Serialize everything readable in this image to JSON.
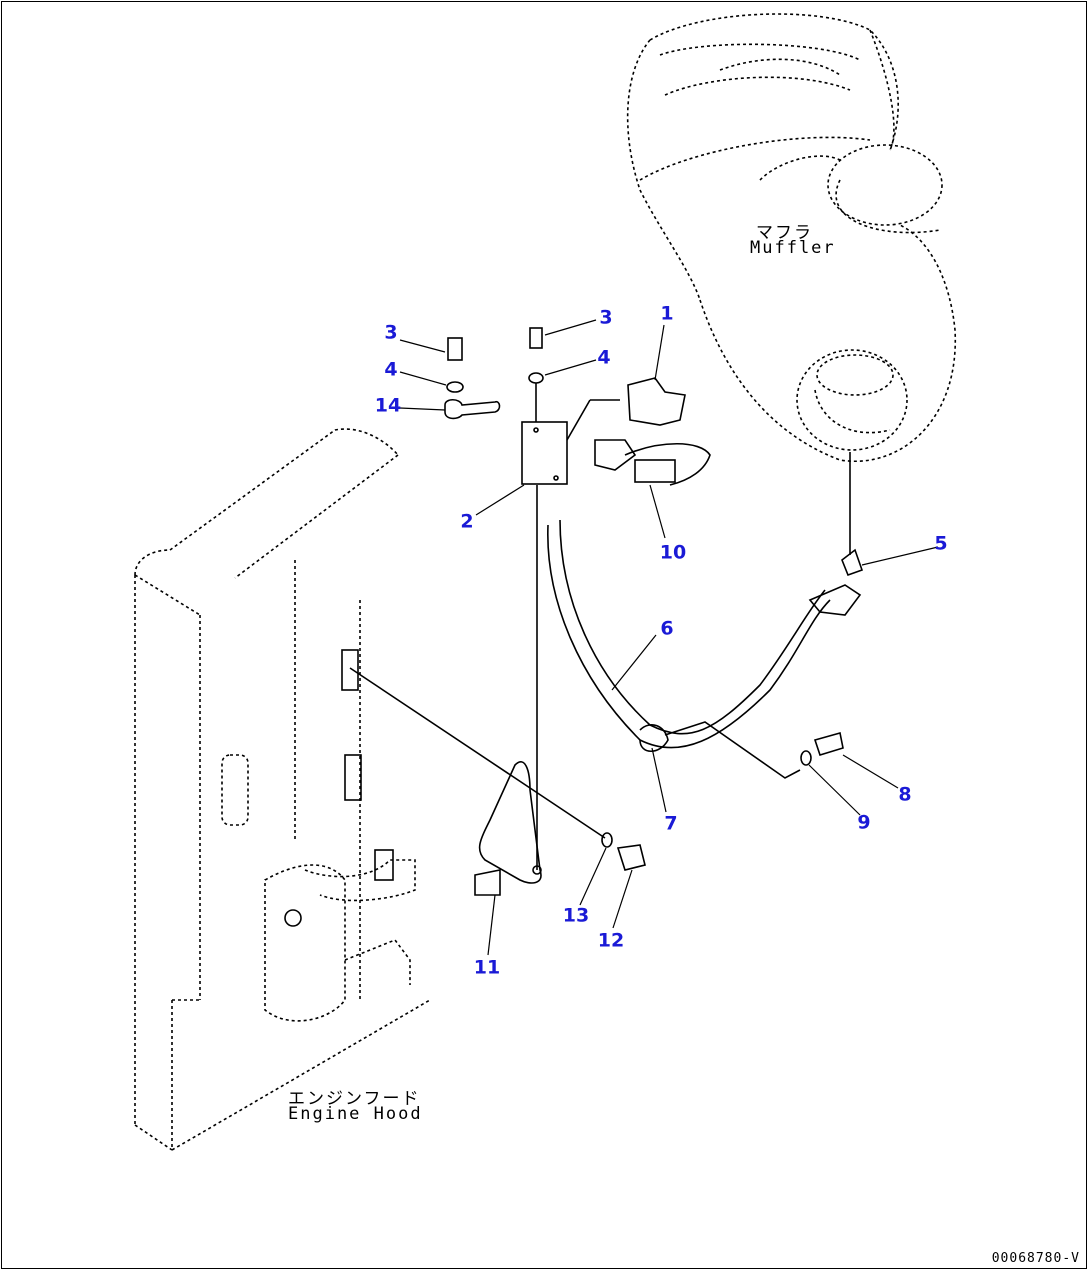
{
  "callouts": {
    "c1": "1",
    "c2": "2",
    "c3a": "3",
    "c3b": "3",
    "c4a": "4",
    "c4b": "4",
    "c5": "5",
    "c6": "6",
    "c7": "7",
    "c8": "8",
    "c9": "9",
    "c10": "10",
    "c11": "11",
    "c12": "12",
    "c13": "13",
    "c14": "14"
  },
  "labels": {
    "muffler_jp": "マフラ",
    "muffler_en": "Muffler",
    "hood_jp": "エンジンフード",
    "hood_en": "Engine Hood"
  },
  "drawing_number": "00068780-V",
  "colors": {
    "callout": "#1a1ad6",
    "line": "#000000"
  }
}
